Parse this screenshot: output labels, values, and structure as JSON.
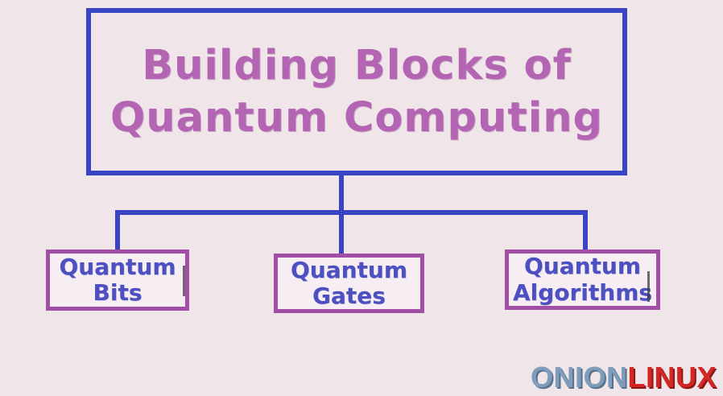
{
  "diagram": {
    "title": {
      "line1": "Building Blocks of",
      "line2": "Quantum Computing"
    },
    "nodes": [
      {
        "id": "quantum-bits",
        "line1": "Quantum",
        "line2": "Bits"
      },
      {
        "id": "quantum-gates",
        "line1": "Quantum",
        "line2": "Gates"
      },
      {
        "id": "quantum-algorithms",
        "line1": "Quantum",
        "line2": "Algorithms"
      }
    ]
  },
  "watermark": {
    "part1": "ONION",
    "part2": "LINUX"
  },
  "colors": {
    "background": "#f0e5e9",
    "main_border_blue": "#3a45c4",
    "title_purple": "#b364b3",
    "node_border_purple": "#a04fa4",
    "node_text_blue": "#4d50c0",
    "watermark_blue": "#7f9dbb",
    "watermark_red": "#d32726"
  }
}
